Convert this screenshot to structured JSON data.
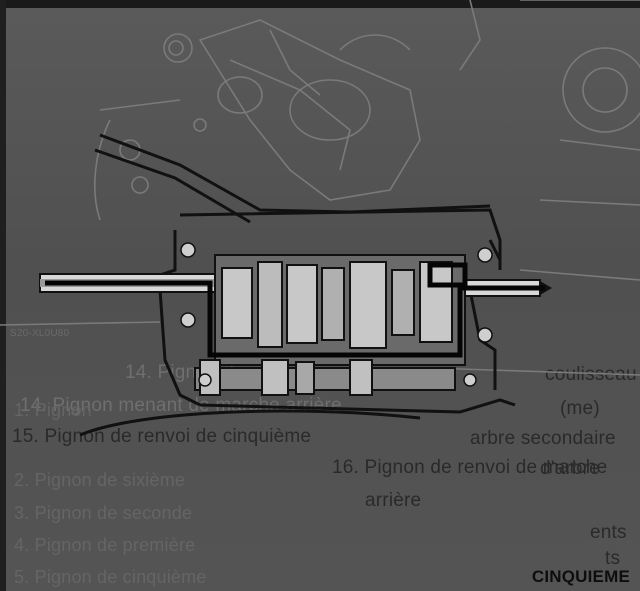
{
  "caption": "CINQUIEME",
  "code_label": "S20-XL0U80",
  "lines": [
    "14. Pignon de cinquième",
    "14. Pignon menant de marche arrière",
    "15. Pignon de renvoi de cinquième",
    "16. Pignon de renvoi de marche",
    "arrière",
    "1. Pignon",
    "2. Pignon de sixième",
    "3. Pignon de seconde",
    "4. Pignon de première",
    "5. Pignon de cinquième",
    "coulisseau",
    "(me)",
    "arbre secondaire",
    "d'arbre",
    "ents",
    "ts"
  ]
}
